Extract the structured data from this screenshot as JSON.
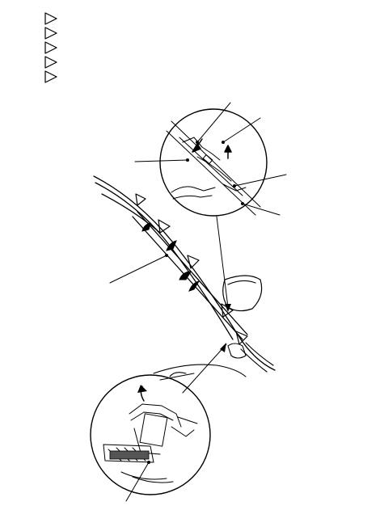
{
  "diagram": {
    "legend_marker_count": 5,
    "marker_icon": "hollow-triangle-icon",
    "callout_count": 8,
    "detail_views": 2,
    "colors": {
      "ink": "#000000",
      "paper": "#ffffff"
    }
  }
}
